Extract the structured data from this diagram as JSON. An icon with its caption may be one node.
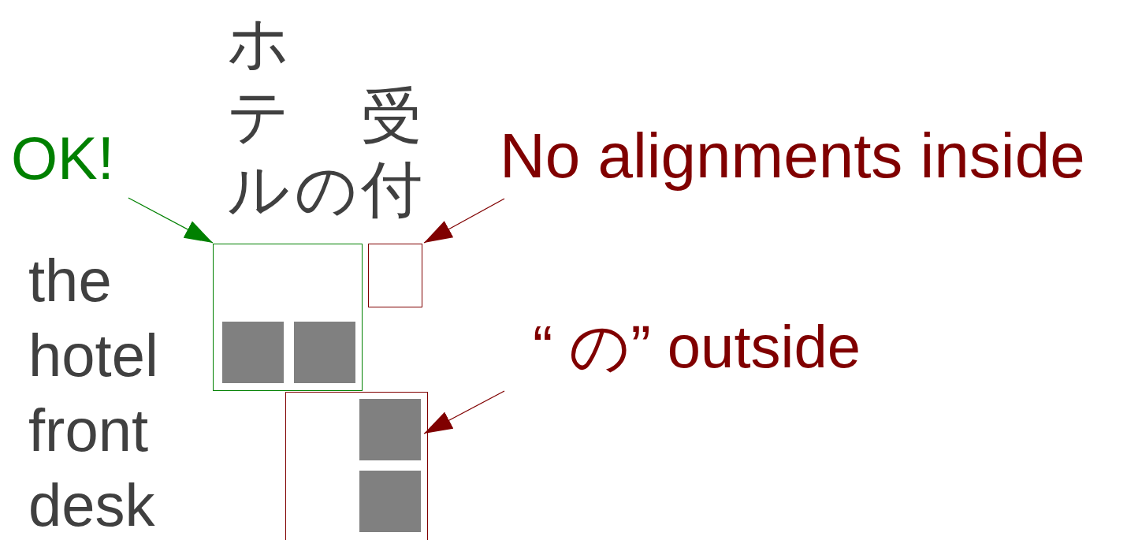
{
  "diagram": {
    "nodes": [
      {
        "text": [
          "OK!"
        ]
      },
      {
        "text": [
          "No alignments inside"
        ]
      },
      {
        "text": [
          "“ の”  outside"
        ]
      },
      {
        "text": [],
        "shape": "box"
      },
      {
        "text": [],
        "shape": "box",
        "in": 3
      },
      {
        "text": [],
        "shape": "box",
        "in": 3
      },
      {
        "text": [],
        "shape": "box"
      },
      {
        "text": [],
        "shape": "box"
      },
      {
        "text": [],
        "shape": "box",
        "in": 7
      },
      {
        "text": [],
        "shape": "box",
        "in": 7
      }
    ],
    "edges": [
      {
        "from": 0,
        "to": 3,
        "arrow": "to",
        "color": "#008000"
      },
      {
        "from": 1,
        "to": 6,
        "arrow": "to",
        "color": "#800000"
      },
      {
        "from": 2,
        "to": 8,
        "arrow": "to",
        "color": "#800000"
      }
    ],
    "labels": [
      "ホテル",
      "受付",
      "の",
      "the hotel front desk"
    ]
  }
}
